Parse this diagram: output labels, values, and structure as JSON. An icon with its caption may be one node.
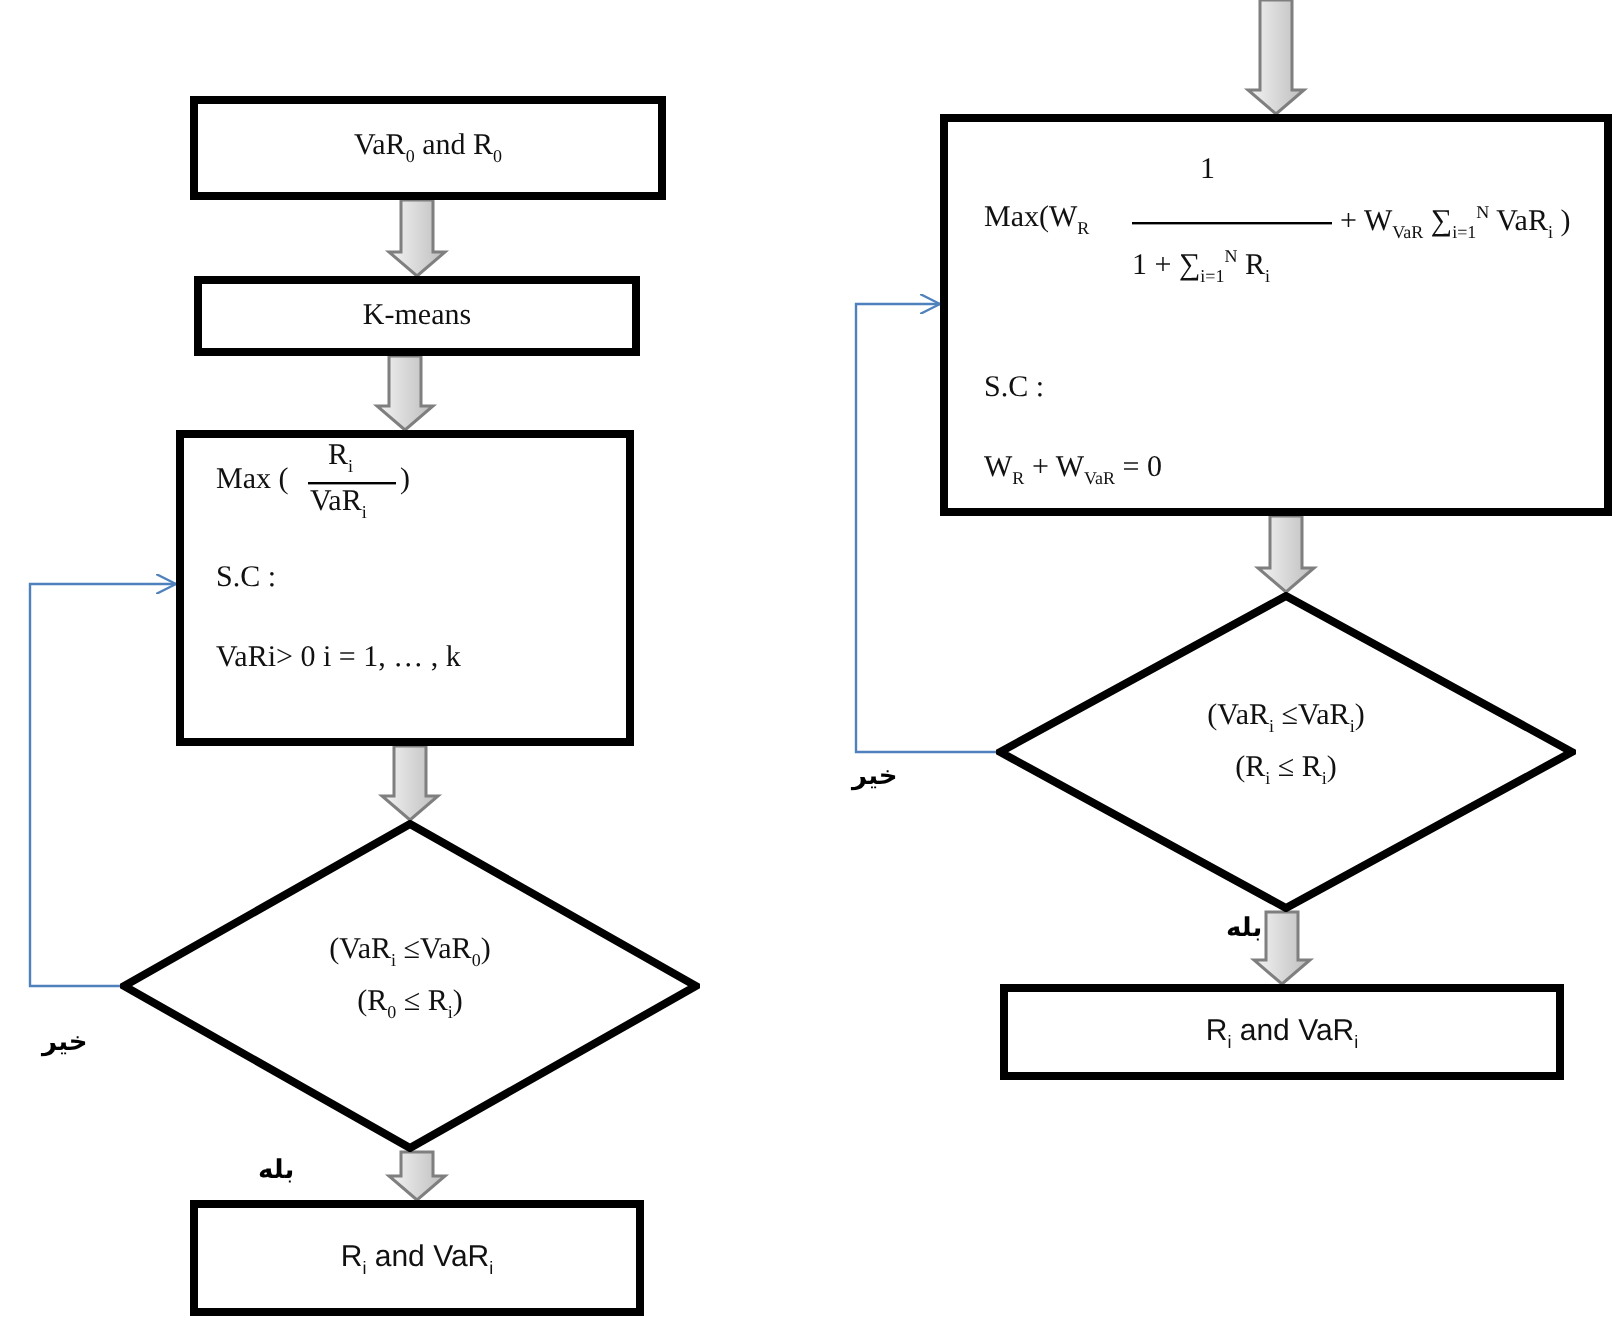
{
  "diagram": {
    "nodes": [
      {
        "text": [
          "VaR$_{0}$ and R$_{0}$"
        ]
      },
      {
        "text": [
          "K-means"
        ]
      },
      {
        "text": [
          "Max (",
          "R$_{i}$",
          "VaR$_{i}$",
          ")",
          "S.C :",
          "VaRi> 0   i = 1, … , k"
        ]
      },
      {
        "text": [
          "(VaR$_{i}$ ≤VaR$_{0}$)",
          "(R$_{0}$ ≤ R$_{i}$)"
        ]
      },
      {
        "text": [
          "R$_{i}$ and VaR$_{i}$"
        ]
      },
      {
        "text": [
          "Max(W$_{R}$",
          "1",
          "1 + ∑$_{i=1}$$^{N}$ R$_{i}$",
          "+ W$_{VaR}$ ∑$_{i=1}$$^{N}$ VaR$_{i}$ )",
          "S.C :",
          "W$_{R}$ + W$_{VaR}$ = 0"
        ]
      },
      {
        "text": [
          "(VaR$_{i}$ ≤VaR$_{i}$)",
          "(R$_{i}$ ≤ R$_{i}$)"
        ]
      },
      {
        "text": [
          "R$_{i}$ and VaR$_{i}$"
        ]
      }
    ],
    "edges": [
      {
        "from": 0,
        "to": 1,
        "arrow": "to",
        "style": "thick"
      },
      {
        "from": 1,
        "to": 2,
        "arrow": "to",
        "style": "thick"
      },
      {
        "from": 2,
        "to": 3,
        "arrow": "to",
        "style": "thick"
      },
      {
        "from": 3,
        "to": 4,
        "arrow": "to",
        "style": "thick",
        "label": "بله"
      },
      {
        "from": 3,
        "to": 2,
        "arrow": "to",
        "color": "#4f81bd",
        "label": "خیر"
      },
      {
        "from": null,
        "to": 5,
        "arrow": "to",
        "style": "thick"
      },
      {
        "from": 5,
        "to": 6,
        "arrow": "to",
        "style": "thick"
      },
      {
        "from": 6,
        "to": 7,
        "arrow": "to",
        "style": "thick",
        "label": "بله"
      },
      {
        "from": 6,
        "to": 5,
        "arrow": "to",
        "color": "#4f81bd",
        "label": "خیر"
      }
    ]
  }
}
